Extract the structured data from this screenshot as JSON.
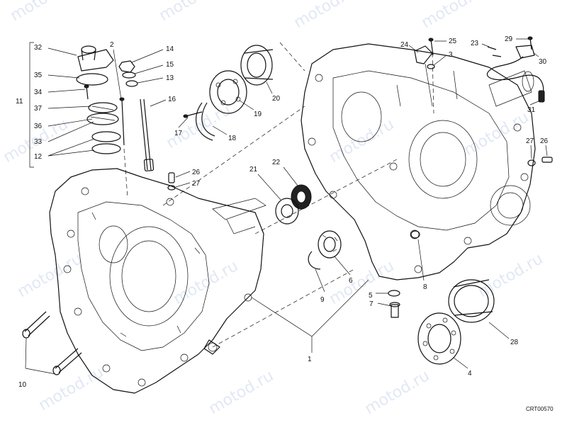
{
  "watermark": {
    "text": "motod.ru",
    "color": "#c9d7ec"
  },
  "drawing_code": "CRT00570",
  "group_bracket_label": "11",
  "callouts": {
    "c1": "1",
    "c2": "2",
    "c3": "3",
    "c4": "4",
    "c5": "5",
    "c6": "6",
    "c7": "7",
    "c8": "8",
    "c9": "9",
    "c10": "10",
    "c12": "12",
    "c13": "13",
    "c14": "14",
    "c15": "15",
    "c16": "16",
    "c17": "17",
    "c18": "18",
    "c19": "19",
    "c20": "20",
    "c21": "21",
    "c22": "22",
    "c23": "23",
    "c24": "24",
    "c25": "25",
    "c26a": "26",
    "c26b": "26",
    "c27a": "27",
    "c27b": "27",
    "c28": "28",
    "c29": "29",
    "c30": "30",
    "c31": "31",
    "c32": "32",
    "c33": "33",
    "c34": "34",
    "c35": "35",
    "c36": "36",
    "c37": "37"
  }
}
